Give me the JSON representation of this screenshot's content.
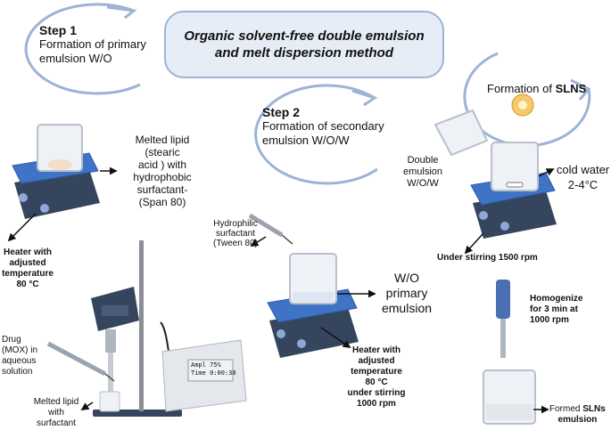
{
  "title": {
    "line1": "Organic solvent-free double emulsion",
    "line2": "and melt dispersion method"
  },
  "step1": {
    "heading": "Step 1",
    "line1": "Formation of primary",
    "line2": "emulsion W/O"
  },
  "step2": {
    "heading": "Step 2",
    "line1": "Formation of secondary",
    "line2": "emulsion W/O/W"
  },
  "formation": {
    "prefix": "Formation of ",
    "bold": "SLNS"
  },
  "labels": {
    "melted_lipid": [
      "Melted lipid",
      "(stearic",
      "acid ) with",
      "hydrophobic",
      "surfactant-",
      "(Span 80)"
    ],
    "heater1": [
      "Heater with",
      "adjusted",
      "temperature",
      "80 °C"
    ],
    "drug": [
      "Drug",
      "(MOX) in",
      "aqueous",
      "solution"
    ],
    "melted_lipid_surf": [
      "Melted lipid",
      "with",
      "surfactant"
    ],
    "ampl": "Ampl  75%",
    "time": "Time  0:00:30",
    "hydrophilic": [
      "Hydrophilic",
      "surfactant",
      "(Tween 80)"
    ],
    "wo_primary": [
      "W/O",
      "primary",
      "emulsion"
    ],
    "heater2": [
      "Heater with",
      "adjusted",
      "temperature",
      "80 °C",
      "under stirring",
      "1000 rpm"
    ],
    "double_emulsion": [
      "Double",
      "emulsion",
      "W/O/W"
    ],
    "cold_water": [
      "cold water",
      "2-4°C"
    ],
    "under_stirring": "Under stirring 1500 rpm",
    "homogenize": [
      "Homogenize",
      "for 3 min at",
      "1000 rpm"
    ],
    "formed": {
      "prefix": "Formed ",
      "bold": "SLNs",
      "line2": "emulsion"
    }
  },
  "colors": {
    "title_bg": "#e6edf7",
    "title_border": "#9db3d6",
    "arc": "#9db3d6",
    "hotplate_top": "#3f73c6",
    "hotplate_base": "#36455e",
    "beaker": "#d9dee6"
  },
  "icons": [
    "hotplate-icon",
    "beaker-icon",
    "syringe-icon",
    "homogenizer-icon",
    "sonicator-controller-icon",
    "nanoparticle-icon"
  ]
}
